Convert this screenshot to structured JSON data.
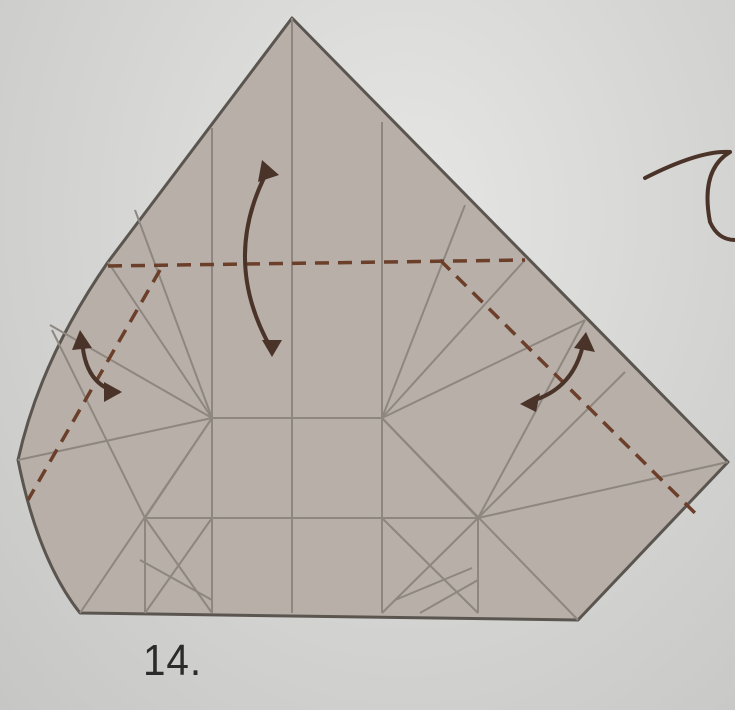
{
  "step": {
    "number": "14."
  },
  "colors": {
    "paper": "#b7afa8",
    "crease": "#8e8780",
    "outline": "#5b5550",
    "valley_fold": "#6b3f2a",
    "arrow": "#4a3328"
  },
  "symbols": [
    "valley-fold-line",
    "fold-unfold-arrow",
    "turn-over-arrow"
  ]
}
